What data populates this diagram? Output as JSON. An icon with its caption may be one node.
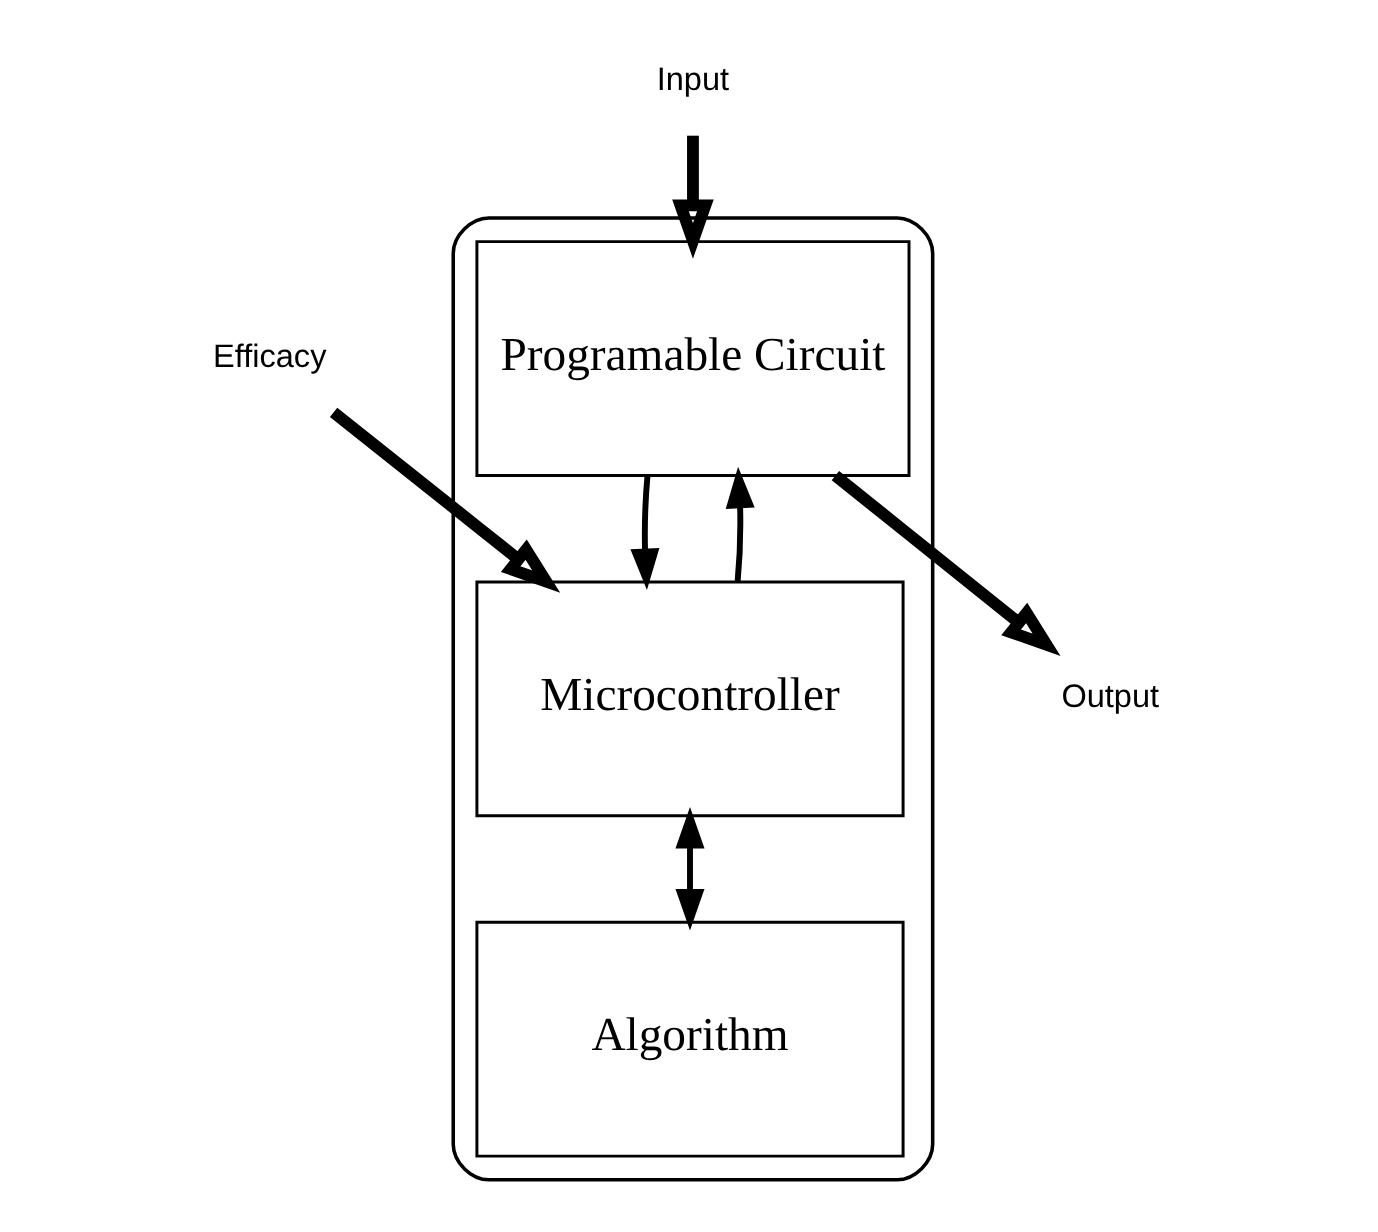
{
  "diagram": {
    "nodes": [
      {
        "text": [],
        "shape": "box"
      },
      {
        "text": [
          "Input"
        ]
      },
      {
        "text": [
          "Programable Circuit"
        ],
        "in": 0
      },
      {
        "text": [
          "Output"
        ]
      },
      {
        "text": [
          "Microcontroller"
        ],
        "in": 0
      },
      {
        "text": [
          "Algorithm"
        ],
        "in": 0
      },
      {
        "text": [
          "Efficacy"
        ]
      }
    ],
    "edges": [
      {
        "from": 1,
        "to": 2,
        "arrow": "to",
        "style": "thick"
      },
      {
        "from": 2,
        "to": 3,
        "arrow": "to",
        "style": "thick"
      },
      {
        "from": 4,
        "to": 2,
        "arrow": "to"
      },
      {
        "from": 2,
        "to": 4,
        "arrow": "to"
      },
      {
        "from": 4,
        "to": 5,
        "arrow": "both"
      },
      {
        "from": 6,
        "to": 4,
        "arrow": "to",
        "style": "thick"
      }
    ]
  }
}
